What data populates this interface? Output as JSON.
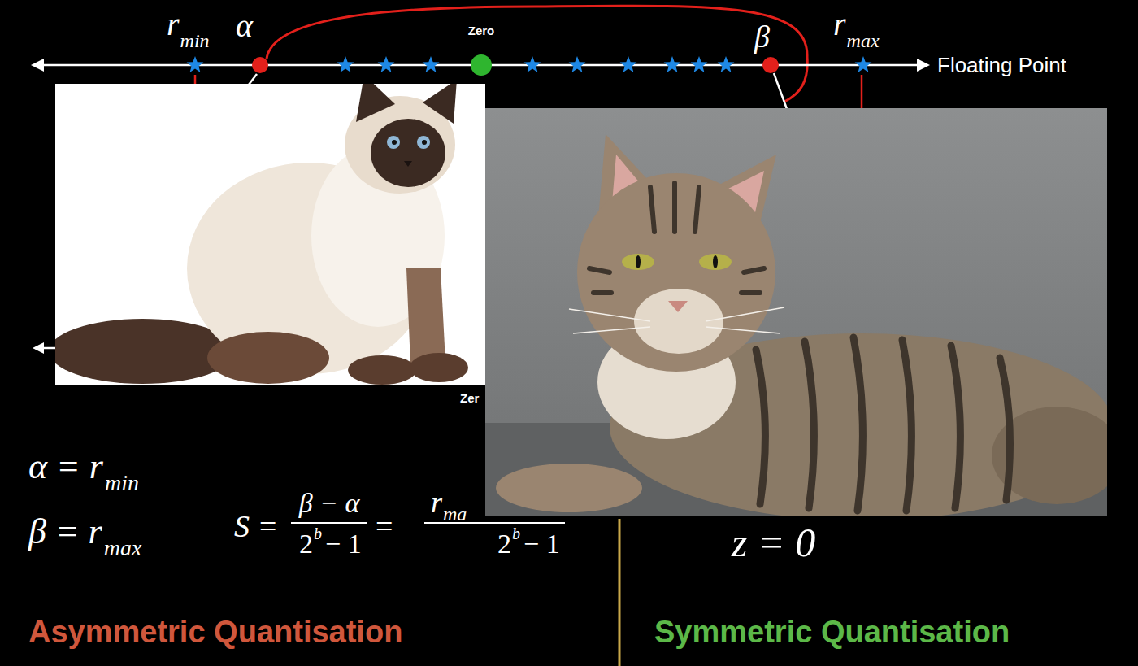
{
  "diagram": {
    "labels": [
      "r",
      "min",
      "α",
      "Zero",
      "β",
      "r",
      "max",
      "Floating Point",
      "Zer",
      "α = r",
      "min",
      "β = r",
      "max",
      "S =",
      "β − α",
      "2",
      "b",
      "− 1",
      "=",
      "r",
      "ma",
      "2",
      "b",
      "− 1",
      "z = 0",
      "Asymmetric Quantisation",
      "Symmetric Quantisation"
    ]
  }
}
